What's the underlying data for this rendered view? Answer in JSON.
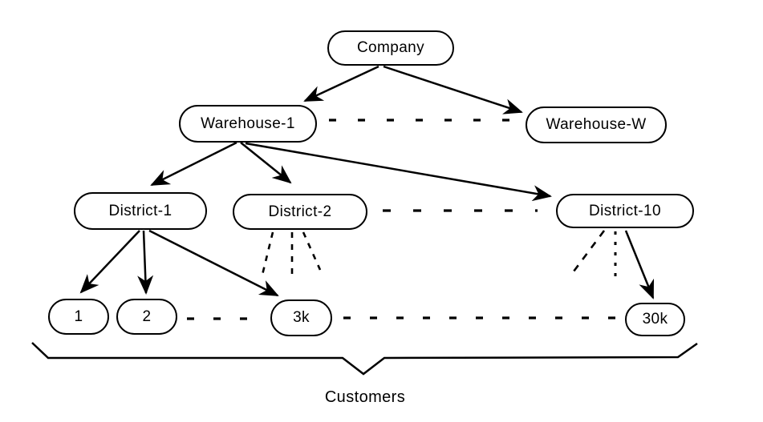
{
  "diagram": {
    "nodes": {
      "company": "Company",
      "warehouse_1": "Warehouse-1",
      "warehouse_w": "Warehouse-W",
      "district_1": "District-1",
      "district_2": "District-2",
      "district_10": "District-10",
      "customer_1": "1",
      "customer_2": "2",
      "customer_3k": "3k",
      "customer_30k": "30k"
    },
    "brace_label": "Customers",
    "edges": [
      {
        "from": "Company",
        "to": "Warehouse-1",
        "type": "solid-arrow"
      },
      {
        "from": "Company",
        "to": "Warehouse-W",
        "type": "solid-arrow"
      },
      {
        "from": "Warehouse-1",
        "to": "Warehouse-W",
        "type": "dashed-ellipsis"
      },
      {
        "from": "Warehouse-1",
        "to": "District-1",
        "type": "solid-arrow"
      },
      {
        "from": "Warehouse-1",
        "to": "District-2",
        "type": "solid-arrow"
      },
      {
        "from": "Warehouse-1",
        "to": "District-10",
        "type": "solid-arrow"
      },
      {
        "from": "District-2",
        "to": "District-10",
        "type": "dashed-ellipsis"
      },
      {
        "from": "District-1",
        "to": "1",
        "type": "solid-arrow"
      },
      {
        "from": "District-1",
        "to": "2",
        "type": "solid-arrow"
      },
      {
        "from": "District-1",
        "to": "3k",
        "type": "solid-arrow"
      },
      {
        "from": "District-2",
        "to": "customers",
        "type": "dashed-fan"
      },
      {
        "from": "District-10",
        "to": "customers",
        "type": "dashed-fan"
      },
      {
        "from": "District-10",
        "to": "30k",
        "type": "solid-arrow"
      },
      {
        "from": "2",
        "to": "3k",
        "type": "dashed-ellipsis"
      },
      {
        "from": "3k",
        "to": "30k",
        "type": "dashed-ellipsis"
      }
    ],
    "colors": {
      "line": "#000000",
      "node_fill": "#ffffff",
      "text": "#000000",
      "background": "#ffffff"
    }
  }
}
